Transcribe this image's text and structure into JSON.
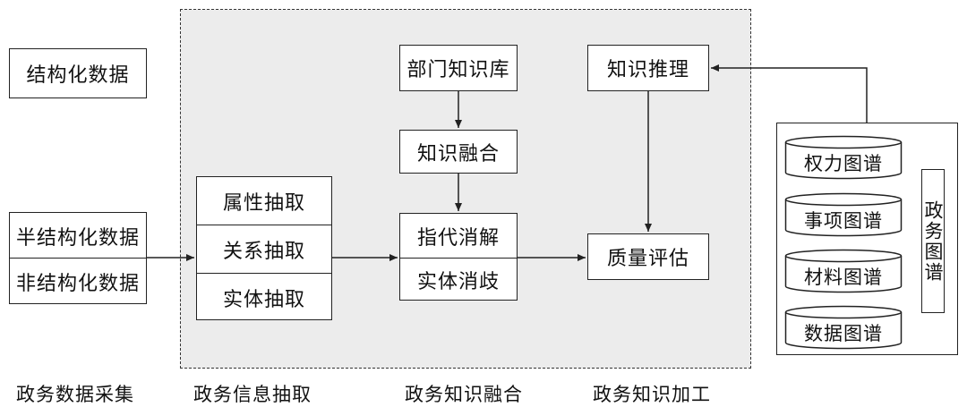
{
  "left": {
    "structured": "结构化数据",
    "semi_structured": "半结构化数据",
    "unstructured": "非结构化数据"
  },
  "extraction": {
    "items": [
      "属性抽取",
      "关系抽取",
      "实体抽取"
    ]
  },
  "fusion": {
    "dept_kb": "部门知识库",
    "knowledge_fusion": "知识融合",
    "resolution": [
      "指代消解",
      "实体消歧"
    ]
  },
  "processing": {
    "reasoning": "知识推理",
    "quality": "质量评估"
  },
  "graphs": {
    "items": [
      "权力图谱",
      "事项图谱",
      "材料图谱",
      "数据图谱"
    ],
    "side_label": "政务图谱"
  },
  "captions": {
    "collection": "政务数据采集",
    "extraction": "政务信息抽取",
    "fusion": "政务知识融合",
    "processing": "政务知识加工"
  }
}
